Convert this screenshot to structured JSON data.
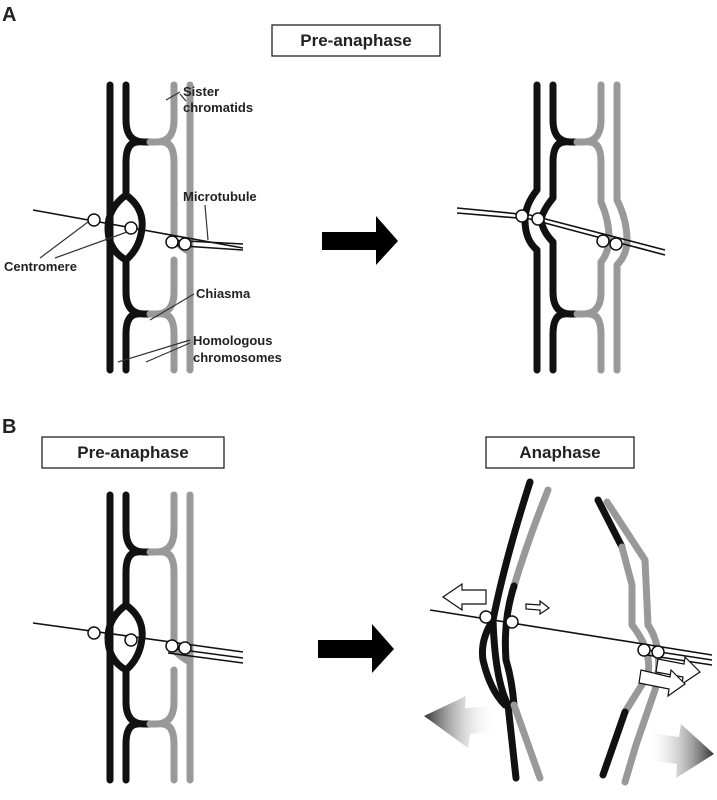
{
  "panels": {
    "a": {
      "letter": "A",
      "title": "Pre-anaphase"
    },
    "b": {
      "letter": "B",
      "title_left": "Pre-anaphase",
      "title_right": "Anaphase"
    }
  },
  "labels": {
    "sister_chromatids": [
      "Sister",
      "chromatids"
    ],
    "microtubule": "Microtubule",
    "centromere": "Centromere",
    "chiasma": "Chiasma",
    "homologous_chromosomes": [
      "Homologous",
      "chromosomes"
    ]
  },
  "colors": {
    "black_chromosome": "#111111",
    "gray_chromosome": "#999999",
    "arrow": "#000000",
    "background": "#ffffff"
  }
}
